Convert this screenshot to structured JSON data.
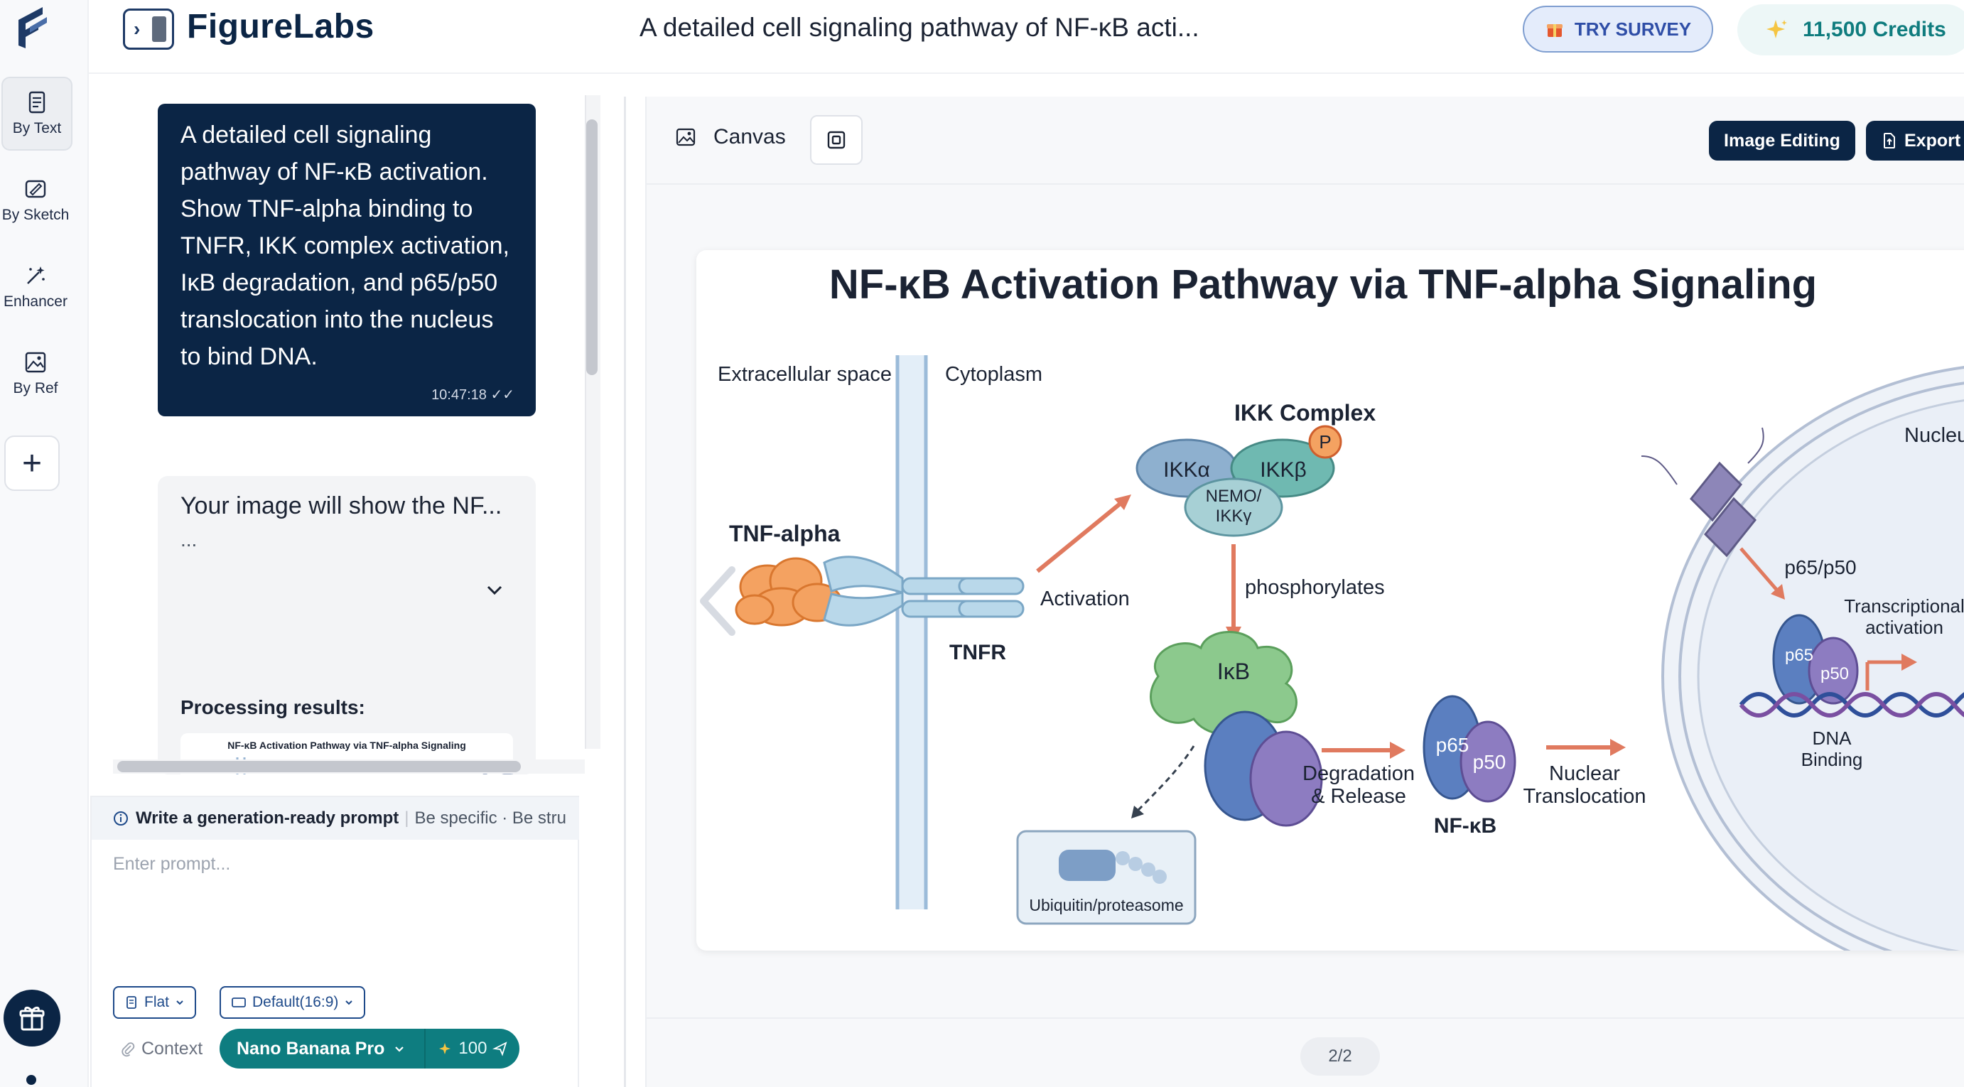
{
  "app": {
    "brand": "FigureLabs",
    "document_title": "A detailed cell signaling pathway of NF-κB acti...",
    "survey_label": "TRY SURVEY",
    "credits_label": "11,500 Credits"
  },
  "rail": {
    "items": [
      {
        "label": "By Text",
        "icon": "document-icon"
      },
      {
        "label": "By Sketch",
        "icon": "sketch-icon"
      },
      {
        "label": "Enhancer",
        "icon": "magic-wand-icon"
      },
      {
        "label": "By Ref",
        "icon": "image-reference-icon"
      }
    ],
    "add_icon": "plus-icon",
    "gift_icon": "gift-icon"
  },
  "chat": {
    "user_message": "A detailed cell signaling pathway of NF-κB activation. Show TNF-alpha binding to TNFR, IKK complex activation, IκB degradation, and p65/p50 translocation into the nucleus to bind DNA.",
    "user_time": "10:47:18",
    "ai_summary": "Your image will show the NF...",
    "ai_ellipsis": "...",
    "processing_label": "Processing results:",
    "thumbnail_title": "NF-κB Activation Pathway via TNF-alpha Signaling"
  },
  "prompt": {
    "hint_bold": "Write a generation-ready prompt",
    "hint_rest": "Be specific · Be stru",
    "placeholder": "Enter prompt...",
    "style_chip": "Flat",
    "ratio_chip": "Default(16:9)",
    "context_label": "Context",
    "model_name": "Nano Banana Pro",
    "cost": "100"
  },
  "canvas": {
    "label": "Canvas",
    "image_editing_label": "Image Editing",
    "export_label": "Export",
    "page_indicator": "2/2"
  },
  "figure": {
    "title": "NF-κB Activation Pathway via TNF-alpha Signaling",
    "extracellular": "Extracellular space",
    "cytoplasm": "Cytoplasm",
    "tnf_alpha": "TNF-alpha",
    "tnfr": "TNFR",
    "activation": "Activation",
    "ikk_complex": "IKK Complex",
    "ikk_alpha": "IKKα",
    "ikk_beta": "IKKβ",
    "nemo_1": "NEMO/",
    "nemo_2": "IKKγ",
    "phospho_p": "P",
    "phosphorylates": "phosphorylates",
    "ikb": "IκB",
    "ubiquitin": "Ubiquitin/proteasome",
    "degradation_1": "Degradation",
    "degradation_2": "& Release",
    "p65": "p65",
    "p50": "p50",
    "nfkb": "NF-κB",
    "nuclear_1": "Nuclear",
    "nuclear_2": "Translocation",
    "nucleus": "Nucleus",
    "p65p50": "p65/p50",
    "transcriptional_1": "Transcriptional",
    "transcriptional_2": "activation",
    "dna_1": "DNA",
    "dna_2": "Binding"
  }
}
